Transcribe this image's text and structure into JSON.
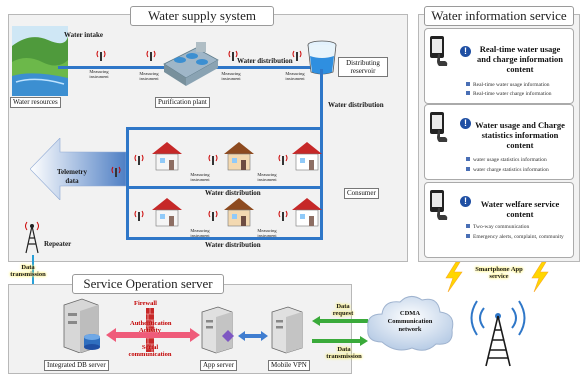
{
  "water_supply": {
    "title": "Water supply system",
    "water_intake": "Water intake",
    "water_resources": "Water resources",
    "purification_plant": "Purification plant",
    "distributing_reservoir": "Distributing reservoir",
    "consumer": "Consumer",
    "water_distribution": "Water distribution",
    "measuring_instrument": "Measuring instrument",
    "telemetry_data": "Telemetry data",
    "repeater": "Repeater",
    "data_transmission": "Data transmission"
  },
  "info_service": {
    "title": "Water information service",
    "cards": [
      {
        "title": "Real-time water usage and charge information content",
        "items": [
          "Real-time water usage information",
          "Real-time water charge information"
        ]
      },
      {
        "title": "Water usage and Charge statistics information content",
        "items": [
          "water usage statistics information",
          "water charge statistics information"
        ]
      },
      {
        "title": "Water welfare service content",
        "items": [
          "Two-way communication",
          "Emergency alerts, complaint, community"
        ]
      }
    ]
  },
  "service_server": {
    "title": "Service Operation server",
    "firewall": "Firewall",
    "authentication": "Authentication Activity",
    "serial": "Serial communication",
    "integrated_db": "Integrated DB server",
    "app_server": "App server",
    "mobile_vpn": "Mobile VPN",
    "data_request": "Data request",
    "data_transmission": "Data transmission",
    "cdma": "CDMA Communication network",
    "smartphone": "Smartphone App service"
  },
  "colors": {
    "pipe": "#2f77c8",
    "panel": "#f2f2f2",
    "icon_blue": "#1f4fa3",
    "alert_red": "#c00000"
  }
}
